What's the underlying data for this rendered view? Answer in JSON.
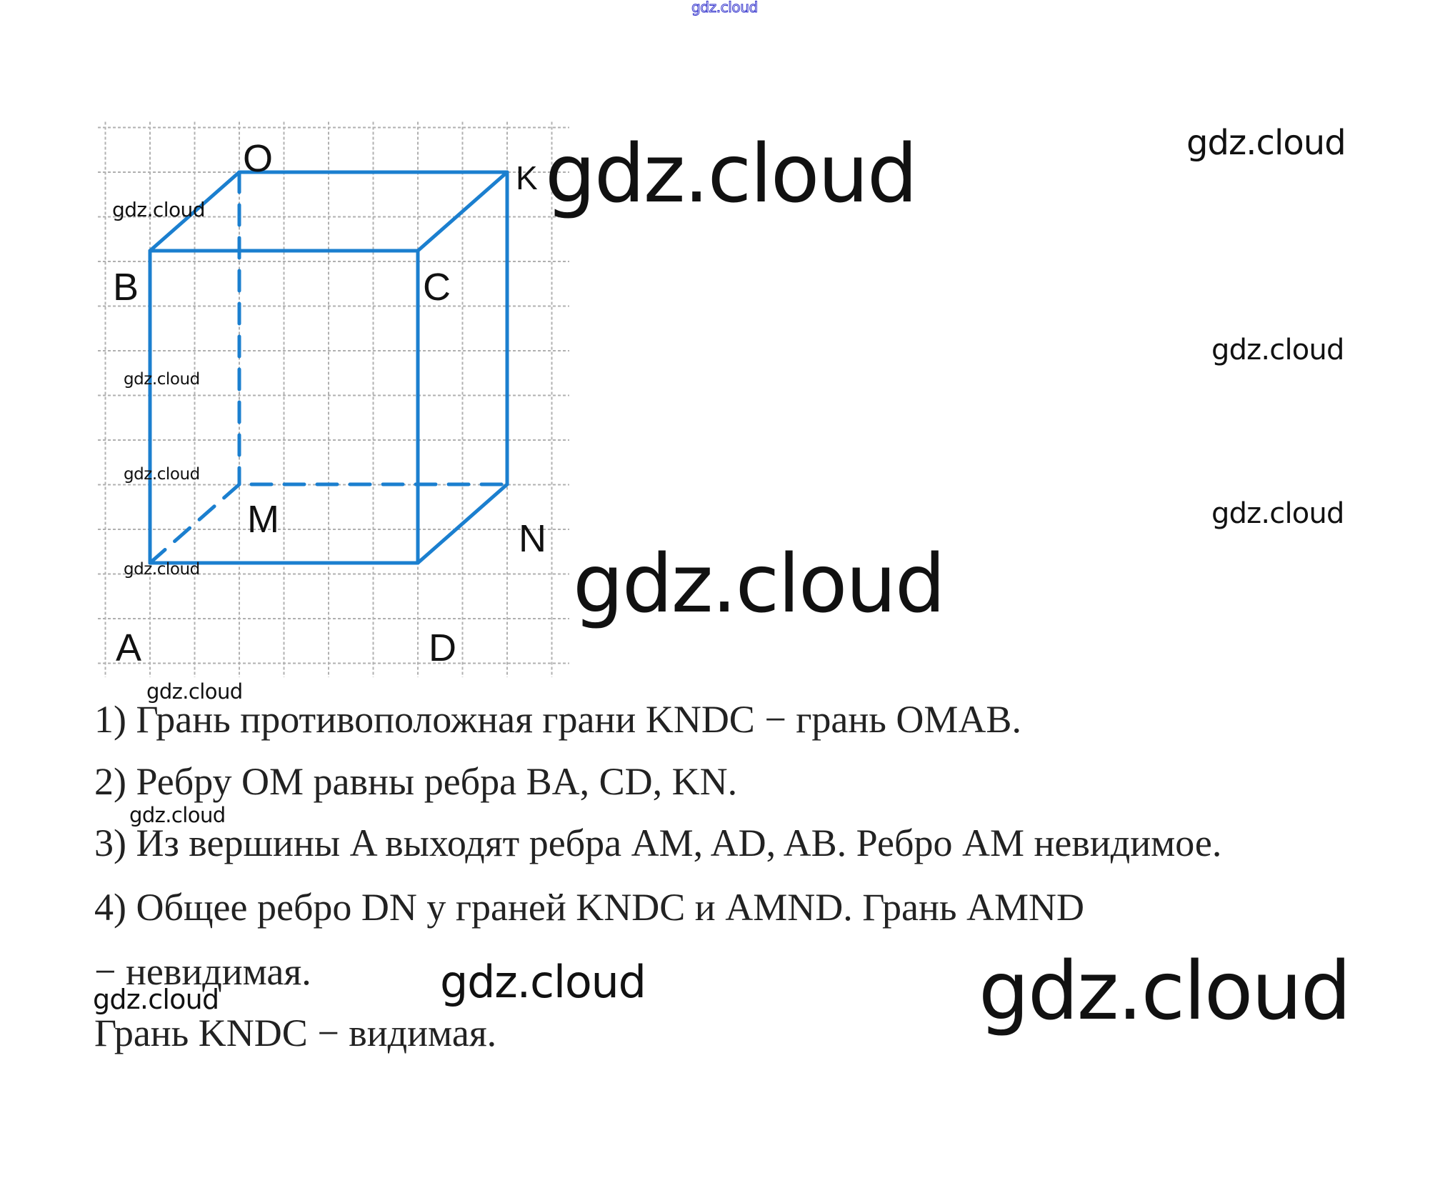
{
  "figure": {
    "vertices": {
      "O": "O",
      "K": "K",
      "B": "B",
      "C": "C",
      "M": "M",
      "N": "N",
      "A": "A",
      "D": "D"
    },
    "edge_color": "#1b7fcf",
    "grid_color": "#b0b0b0"
  },
  "solution": {
    "lines": [
      "1) Грань противоположная грани KNDC − грань OMAB.",
      "2) Ребру OM равны ребра BA, CD, KN.",
      "3) Из вершины A выходят ребра AM, AD, AB. Ребро AM невидимое.",
      "4) Общее ребро DN у граней KNDC и AMND. Грань AMND",
      "− невидимая.",
      "Грань KNDC − видимая."
    ]
  },
  "watermark": "gdz.cloud"
}
